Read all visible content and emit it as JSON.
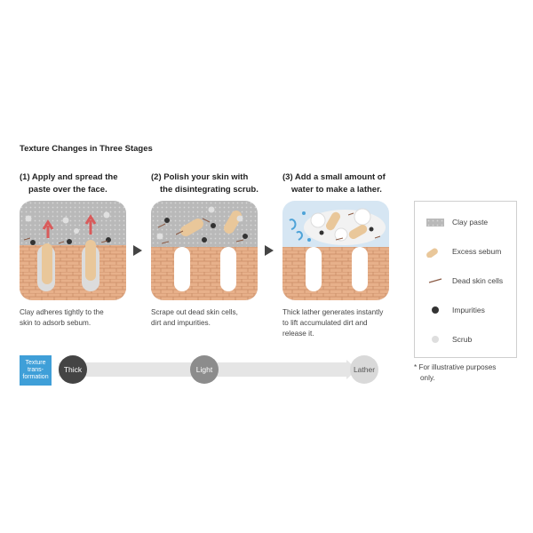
{
  "title": "Texture Changes in Three Stages",
  "steps": [
    {
      "heading_line1": "(1) Apply and spread the",
      "heading_line2": "paste over the face.",
      "caption_line1": "Clay adheres tightly to the",
      "caption_line2": "skin to adsorb sebum.",
      "caption_line3": ""
    },
    {
      "heading_line1": "(2) Polish your skin with",
      "heading_line2": "the disintegrating scrub.",
      "caption_line1": "Scrape out dead skin cells,",
      "caption_line2": "dirt and impurities.",
      "caption_line3": ""
    },
    {
      "heading_line1": "(3) Add a small amount of",
      "heading_line2": "water to make a lather.",
      "caption_line1": "Thick lather generates instantly",
      "caption_line2": "to lift accumulated dirt and",
      "caption_line3": "release it."
    }
  ],
  "legend": [
    {
      "label": "Clay paste",
      "icon": "clay-paste-swatch"
    },
    {
      "label": "Excess sebum",
      "icon": "sebum-capsule-icon"
    },
    {
      "label": "Dead skin cells",
      "icon": "dead-skin-flake-icon"
    },
    {
      "label": "Impurities",
      "icon": "impurity-dot-icon"
    },
    {
      "label": "Scrub",
      "icon": "scrub-dot-icon"
    }
  ],
  "note_line1": "* For illustrative purposes",
  "note_line2": "only.",
  "texture": {
    "label": "Texture\ntrans-\nformation",
    "stages": [
      "Thick",
      "Light",
      "Lather"
    ]
  },
  "colors": {
    "texture_label_bg": "#3f9fd8",
    "thick": "#444444",
    "light": "#8c8c8c",
    "lather": "#d9d9d9",
    "skin": "#e8b48f",
    "sebum": "#e9c79a"
  }
}
